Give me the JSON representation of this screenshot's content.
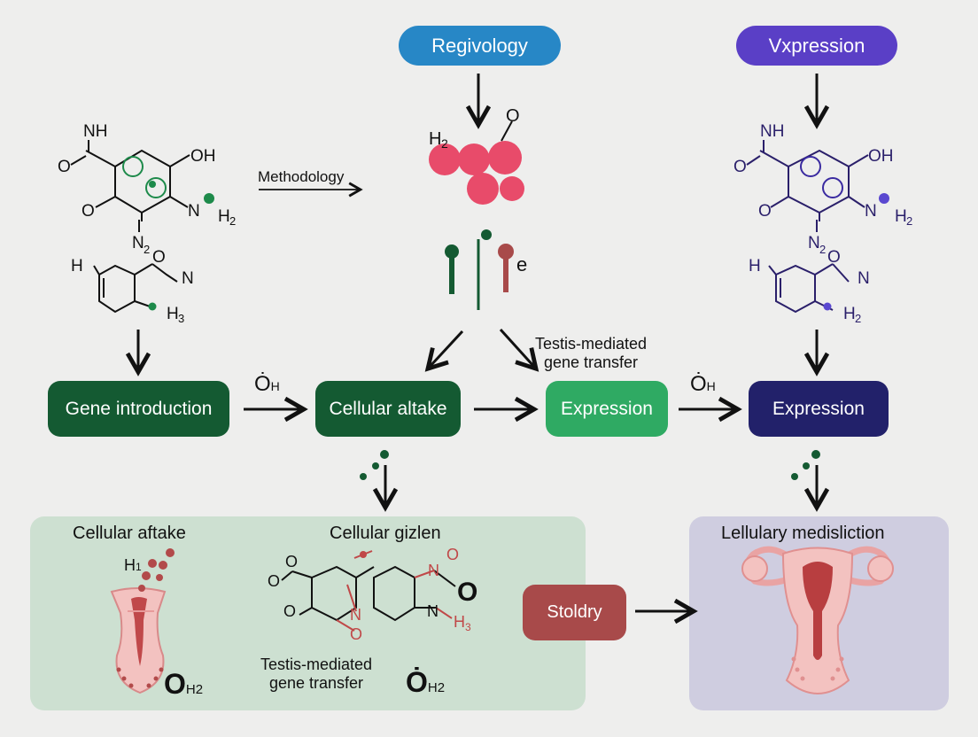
{
  "top_pills": {
    "left": {
      "label": "Regivology",
      "color": "#2787c6"
    },
    "right": {
      "label": "Vxpression",
      "color": "#5a3fc6"
    }
  },
  "arrow_labels": {
    "methodology": "Methodology",
    "testis_mediated": "Testis-mediated\ngene transfer",
    "oh_1": "Ȯ",
    "oh_1_sub": "H",
    "oh_2": "Ȯ",
    "oh_2_sub": "H"
  },
  "process_boxes": [
    {
      "label": "Gene introduction",
      "color": "#145a32"
    },
    {
      "label": "Cellular altake",
      "color": "#145a32"
    },
    {
      "label": "Expression",
      "color": "#2faa63"
    },
    {
      "label": "Expression",
      "color": "#22216a"
    }
  ],
  "molecule_labels": {
    "nh": "NH",
    "oh": "OH",
    "o": "O",
    "n": "N",
    "h2": "H",
    "h2_sub": "2",
    "n2": "N",
    "n2_sub": "2",
    "h": "H",
    "h3": "H",
    "h3_sub": "3",
    "e": "e"
  },
  "bottom_left_panel": {
    "color": "#cde0d1",
    "title_left": "Cellular aftake",
    "title_mid": "Cellular gizlen",
    "h1": "H",
    "h1_sub": "1",
    "oh2_left": "O",
    "oh2_left_sub": "H2",
    "caption": "Testis-mediated\ngene transfer",
    "oh2_mid": "Ȯ",
    "oh2_mid_sub": "H2",
    "mol_o": "O",
    "mol_n": "N",
    "mol_h3": "H",
    "mol_h3_sub": "3"
  },
  "stoldry_box": {
    "label": "Stoldry",
    "color": "#a84a4a"
  },
  "bottom_right_panel": {
    "color": "#cfcde0",
    "title": "Lellulary medisliction"
  },
  "colors": {
    "dark_green": "#145a32",
    "pink": "#e84b6a",
    "red": "#a84a4a",
    "purple": "#3a2a8a",
    "arrow": "#111111"
  }
}
